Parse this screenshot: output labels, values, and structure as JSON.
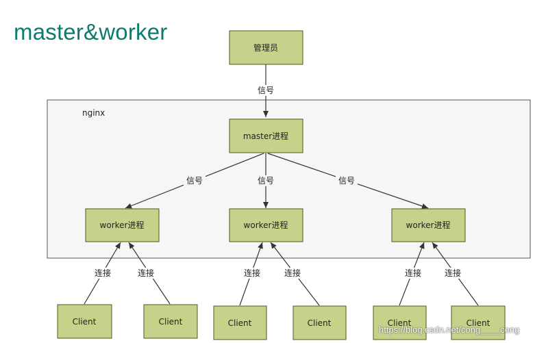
{
  "title": "master&worker",
  "container_label": "nginx",
  "nodes": {
    "manager": "管理员",
    "master": "master进程",
    "worker1": "worker进程",
    "worker2": "worker进程",
    "worker3": "worker进程",
    "client1": "Client",
    "client2": "Client",
    "client3": "Client",
    "client4": "Client",
    "client5": "Client",
    "client6": "Client"
  },
  "edge_labels": {
    "manager_master": "信号",
    "master_worker1": "信号",
    "master_worker2": "信号",
    "master_worker3": "信号",
    "client1_worker1": "连接",
    "client2_worker1": "连接",
    "client3_worker2": "连接",
    "client4_worker2": "连接",
    "client5_worker3": "连接",
    "client6_worker3": "连接"
  },
  "watermark": "https://blog.csdn.net/cong____cong",
  "colors": {
    "node_fill": "#c5d38a",
    "title": "#0e7a6b"
  }
}
